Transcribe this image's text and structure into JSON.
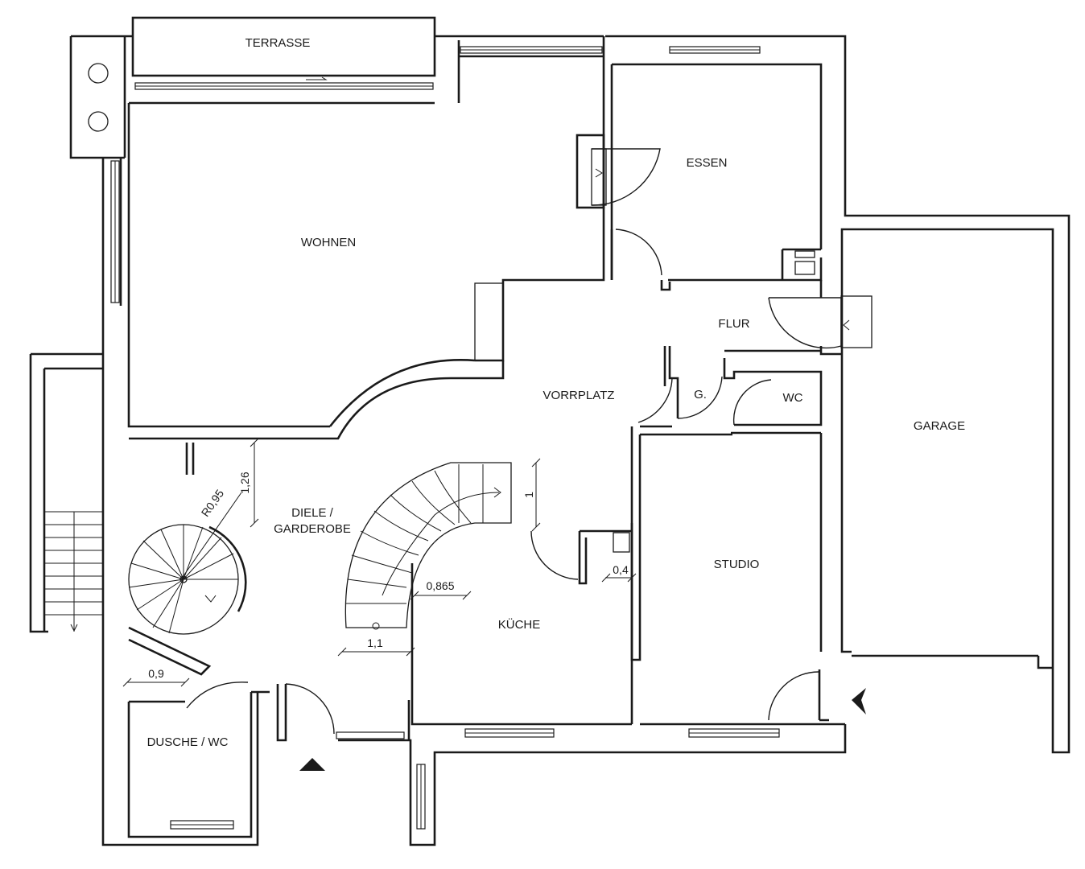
{
  "rooms": {
    "terrasse": "TERRASSE",
    "wohnen": "WOHNEN",
    "essen": "ESSEN",
    "flur": "FLUR",
    "vorrplatz": "VORRPLATZ",
    "g": "G.",
    "wc": "WC",
    "garage": "GARAGE",
    "diele_line1": "DIELE /",
    "diele_line2": "GARDEROBE",
    "studio": "STUDIO",
    "kueche": "KÜCHE",
    "dusche": "DUSCHE / WC"
  },
  "dimensions": {
    "d126": "1,26",
    "r095": "R0,95",
    "d1": "1",
    "d0865": "0,865",
    "d04": "0,4",
    "d11": "1,1",
    "d09": "0,9"
  },
  "colors": {
    "line": "#1a1a1a",
    "background": "#ffffff"
  }
}
